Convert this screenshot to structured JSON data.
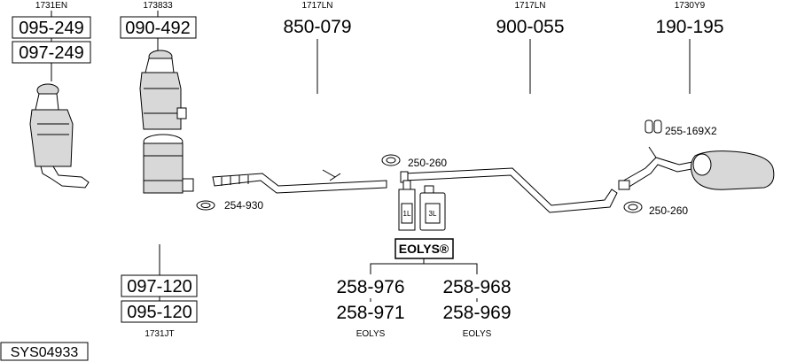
{
  "groups": {
    "cat1": {
      "code": "1731EN",
      "parts": [
        "095-249",
        "097-249"
      ]
    },
    "cat2": {
      "code": "173833",
      "parts": [
        "090-492"
      ]
    },
    "pipe_front": {
      "code": "1717LN",
      "part": "850-079"
    },
    "pipe_mid": {
      "code": "1717LN",
      "part": "900-055"
    },
    "silencer": {
      "code": "1730Y9",
      "part": "190-195"
    },
    "dpf": {
      "code": "1731JT",
      "parts": [
        "097-120",
        "095-120"
      ]
    }
  },
  "clamps": {
    "front": "254-930",
    "mid": "250-260",
    "rear": "250-260",
    "hanger": "255-169X2"
  },
  "eolys": {
    "logo": "EOLYS®",
    "bottle_small": "1L",
    "bottle_large": "3L",
    "left": {
      "parts": [
        "258-976",
        "258-971"
      ],
      "label": "EOLYS"
    },
    "right": {
      "parts": [
        "258-968",
        "258-969"
      ],
      "label": "EOLYS"
    }
  },
  "system_id": "SYS04933"
}
